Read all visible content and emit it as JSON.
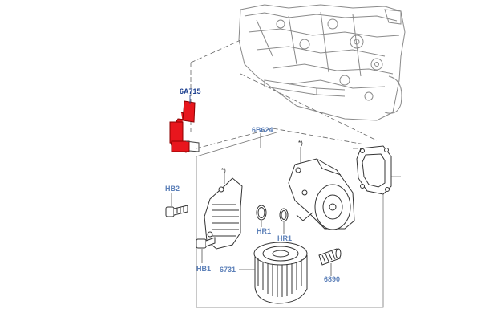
{
  "callouts": {
    "hose": "6A715",
    "cooler": "6B624",
    "bolt_upper": "HB2",
    "bolt_lower": "HB1",
    "seal_left": "HR1",
    "seal_right": "HR1",
    "filter": "6731",
    "stud": "6890",
    "note_cooler": "*)",
    "note_housing": "*)"
  },
  "colors": {
    "highlight_part": "#e8161d",
    "primary_label": "#1c3f8f",
    "secondary_label": "#5b7fb8",
    "line_art": "#555555"
  }
}
